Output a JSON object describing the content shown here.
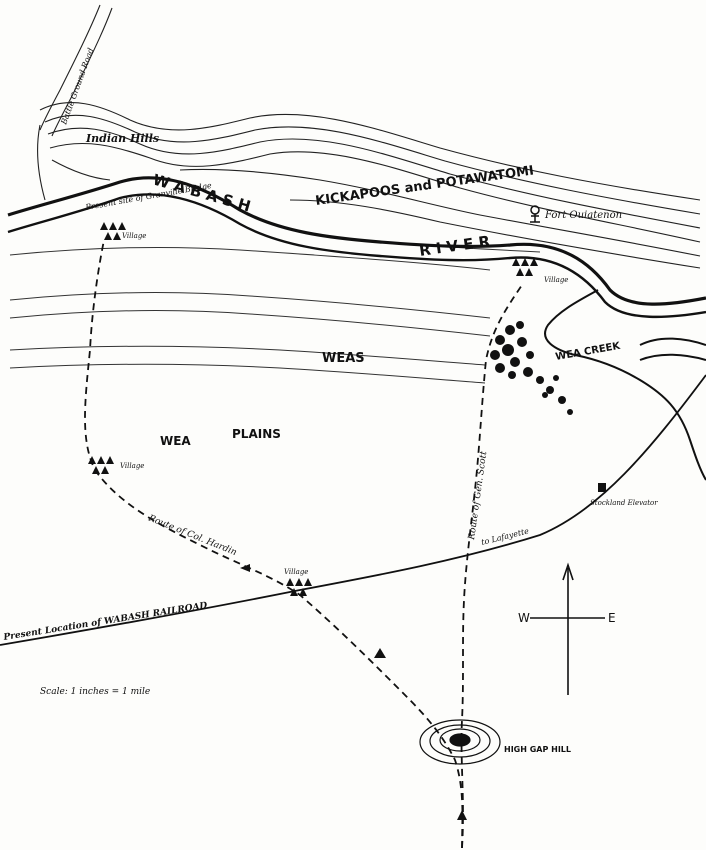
{
  "map": {
    "labels": {
      "wabash": "W A B A S H",
      "river": "R I V E R",
      "kickapoos": "KICKAPOOS and POTAWATOMI",
      "fort": "Fort Ouiatenon",
      "weas": "WEAS",
      "wea_creek": "WEA CREEK",
      "wea": "WEA",
      "plains": "PLAINS",
      "indian_hills": "Indian Hills",
      "battle_ground": "Battle Ground Road",
      "bridge": "Present site of Granville Bridge",
      "village": "Village",
      "route_hardin": "Route of Col. Hardin",
      "route_scott": "Route of Gen. Scott",
      "to_lafayette": "to Lafayette",
      "elevator": "Stockland Elevator",
      "railroad": "Present Location of WABASH RAILROAD",
      "scale": "Scale: 1 inches = 1 mile",
      "high_gap": "HIGH GAP HILL",
      "west": "W",
      "east": "E"
    }
  }
}
